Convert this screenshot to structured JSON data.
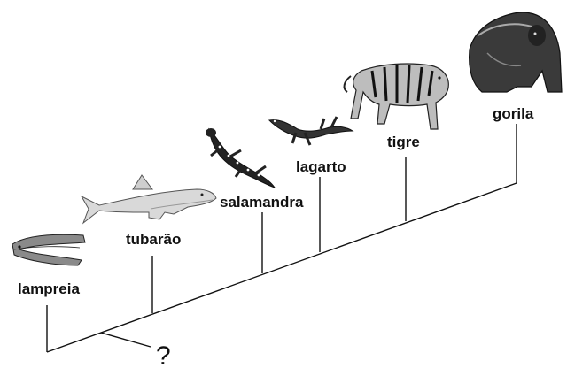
{
  "diagram": {
    "taxa": [
      {
        "label": "lampreia",
        "icon": "lamprey-icon"
      },
      {
        "label": "tubarão",
        "icon": "shark-icon"
      },
      {
        "label": "salamandra",
        "icon": "salamander-icon"
      },
      {
        "label": "lagarto",
        "icon": "lizard-icon"
      },
      {
        "label": "tigre",
        "icon": "tiger-icon"
      },
      {
        "label": "gorila",
        "icon": "gorilla-icon"
      }
    ],
    "question_mark": "?"
  }
}
